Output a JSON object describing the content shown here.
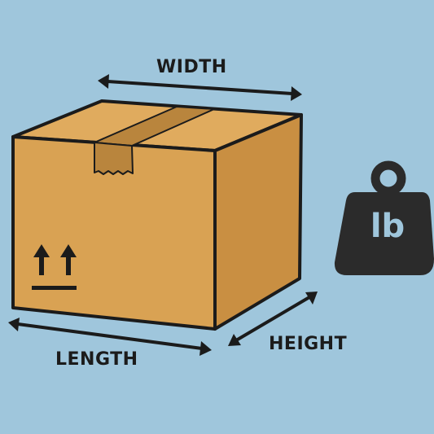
{
  "labels": {
    "width": "WIDTH",
    "length": "LENGTH",
    "height": "HEIGHT"
  },
  "weight": {
    "unit": "lb"
  },
  "icons": {
    "box": "cardboard-box-icon",
    "this_side_up": "this-side-up-arrows-icon",
    "weight": "weight-icon",
    "dimension_arrow": "double-headed-arrow-icon"
  },
  "colors": {
    "background": "#9fc6dc",
    "box_front": "#d9a253",
    "box_top": "#e0ab5e",
    "box_side": "#c98f42",
    "tape": "#b9853d",
    "outline": "#1b1b1b",
    "weight": "#2b2b2b",
    "weight_text": "#9fc6dc",
    "label_text": "#1b1b1b"
  }
}
